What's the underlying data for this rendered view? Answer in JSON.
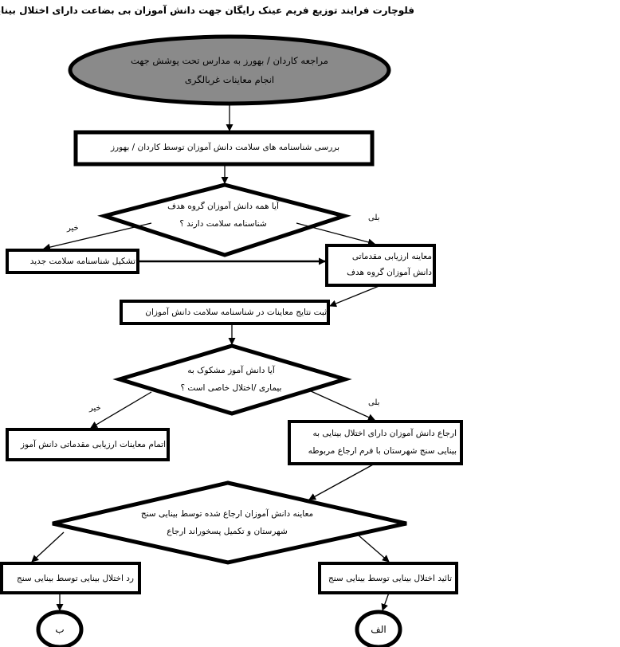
{
  "title": "فلوچارت فرایند توزیع فریم عینک رایگان جهت دانش آموزان بی بضاعت دارای اختلال بینایی",
  "nodes": {
    "start": {
      "line1": "مراجعه کاردان / بهورز به مدارس تحت پوشش جهت",
      "line2": "انجام معاینات غربالگری"
    },
    "review": {
      "text": "بررسی شناسنامه های سلامت دانش آموزان توسط کاردان / بهورز"
    },
    "decision1": {
      "line1": "آیا همه دانش آموزان گروه هدف",
      "line2": "شناسنامه سلامت دارند ؟"
    },
    "create": {
      "text": "تشکیل شناسنامه سلامت جدید"
    },
    "exam": {
      "line1": "معاینه ارزیابی مقدماتی",
      "line2": "دانش آموزان گروه هدف"
    },
    "record": {
      "text": "ثبت نتایج معاینات در شناسنامه سلامت دانش آموزان"
    },
    "decision2": {
      "line1": "آیا دانش آموز مشکوک به",
      "line2": "بیماری /اختلال خاصی است ؟"
    },
    "complete": {
      "text": "اتمام معاینات ارزیابی مقدماتی دانش آموز"
    },
    "refer": {
      "line1": "ارجاع دانش آموزان دارای اختلال بینایی به",
      "line2": "بینایی سنج شهرستان با فرم ارجاع مربوطه"
    },
    "decision3": {
      "line1": "معاینه دانش آموزان ارجاع شده توسط بینایی سنج",
      "line2": "شهرستان و تکمیل پسخوراند ارجاع"
    },
    "reject": {
      "text": "رد اختلال بینایی توسط بینایی سنج"
    },
    "confirm": {
      "text": "تائید اختلال بینایی توسط بینایی سنج"
    },
    "end_b": {
      "text": "ب"
    },
    "end_alef": {
      "text": "الف"
    }
  },
  "edge_labels": {
    "d1_no": "خیر",
    "d1_yes": "بلی",
    "d2_no": "خیر",
    "d2_yes": "بلی"
  },
  "colors": {
    "start_fill": "#8a8a8a",
    "stroke": "#000000",
    "background": "#ffffff"
  }
}
